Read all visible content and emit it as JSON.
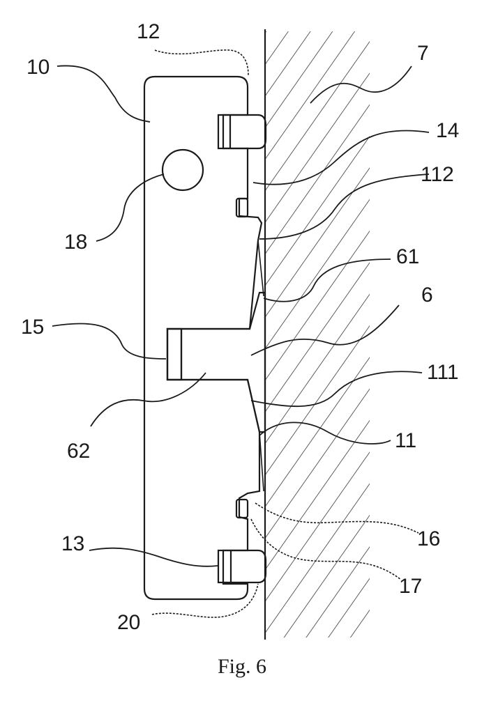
{
  "figure": {
    "caption": "Fig. 6",
    "labels": {
      "l10": "10",
      "l12": "12",
      "l7": "7",
      "l14": "14",
      "l112": "112",
      "l18": "18",
      "l61": "61",
      "l6": "6",
      "l15": "15",
      "l111": "111",
      "l62": "62",
      "l11": "11",
      "l16": "16",
      "l13": "13",
      "l17": "17",
      "l20": "20"
    }
  }
}
